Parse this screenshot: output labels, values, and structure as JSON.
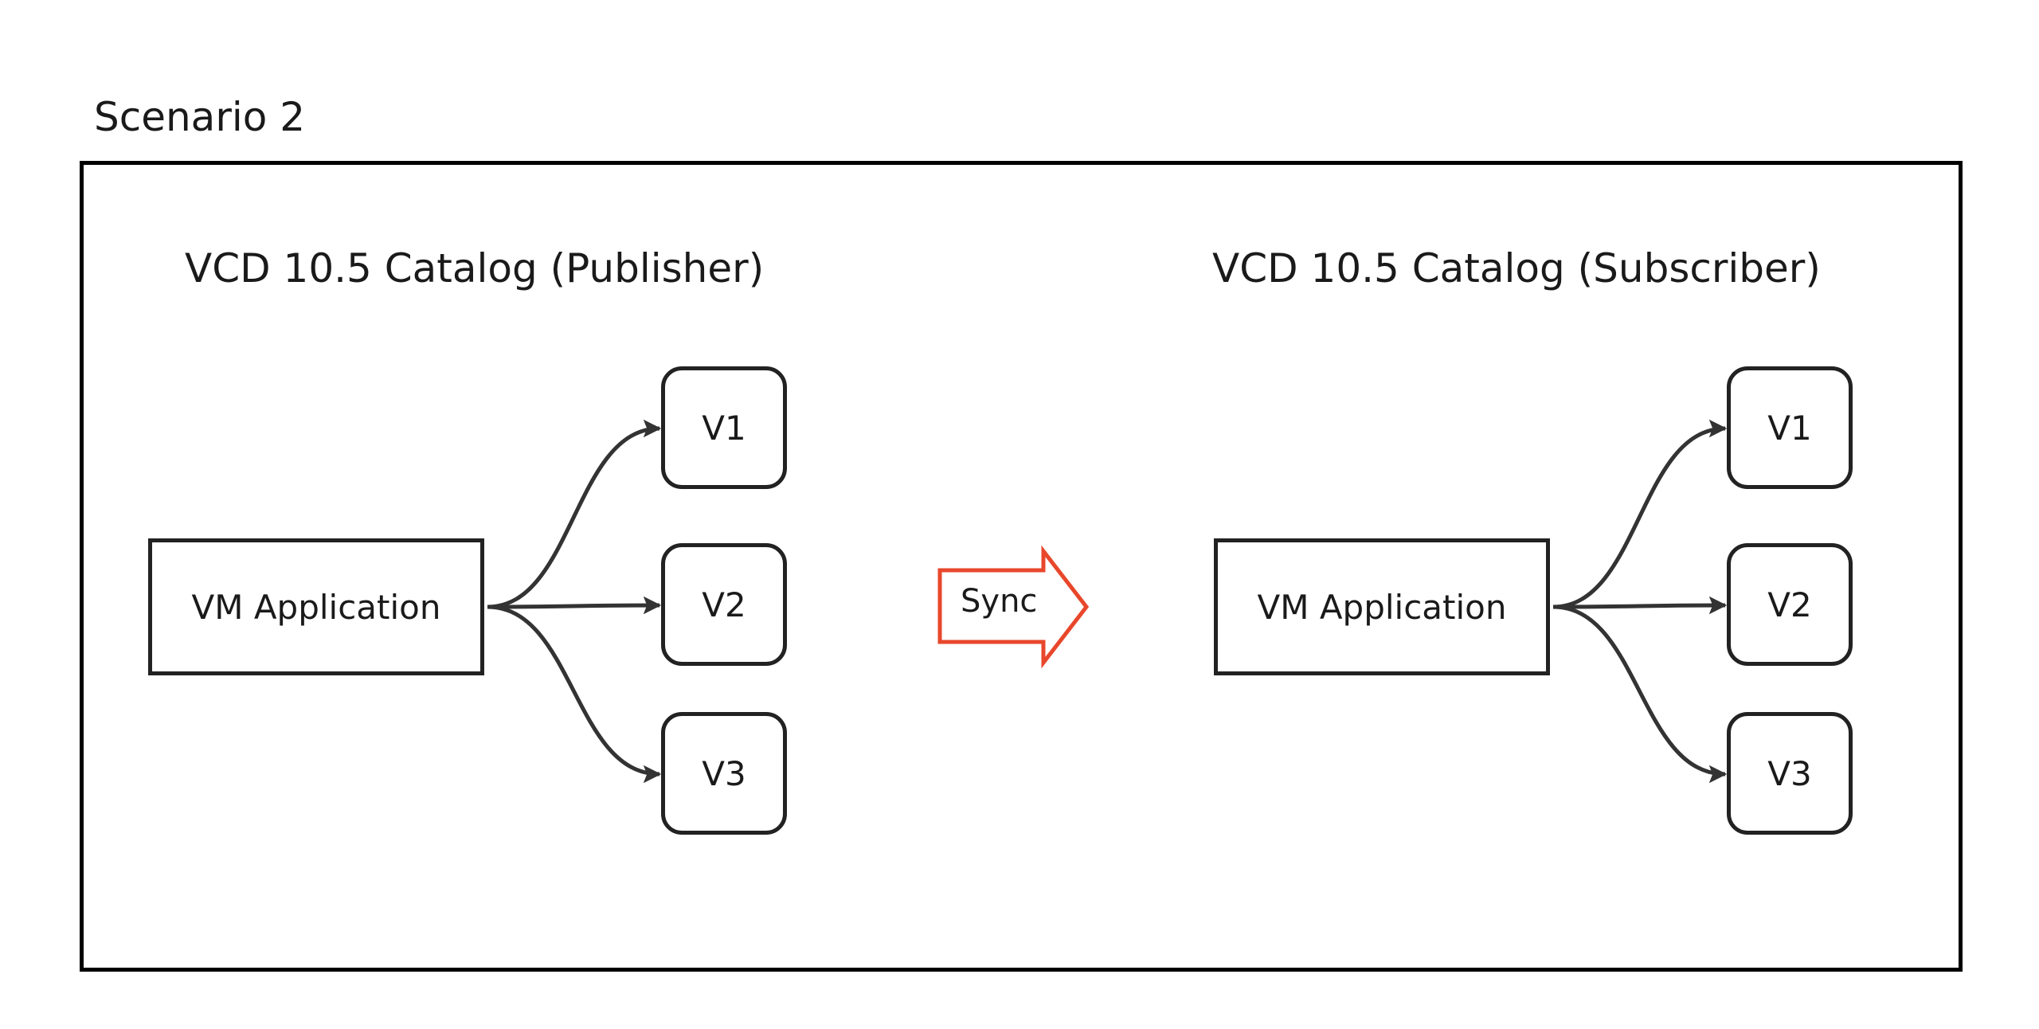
{
  "title": "Scenario 2",
  "publisher": {
    "title": "VCD 10.5 Catalog (Publisher)",
    "app_label": "VM Application",
    "versions": [
      "V1",
      "V2",
      "V3"
    ]
  },
  "subscriber": {
    "title": "VCD 10.5 Catalog (Subscriber)",
    "app_label": "VM Application",
    "versions": [
      "V1",
      "V2",
      "V3"
    ]
  },
  "sync": {
    "label": "Sync",
    "color": "#e8472b"
  },
  "colors": {
    "frame": "#000000",
    "node_border": "#222222",
    "edge": "#333333"
  }
}
